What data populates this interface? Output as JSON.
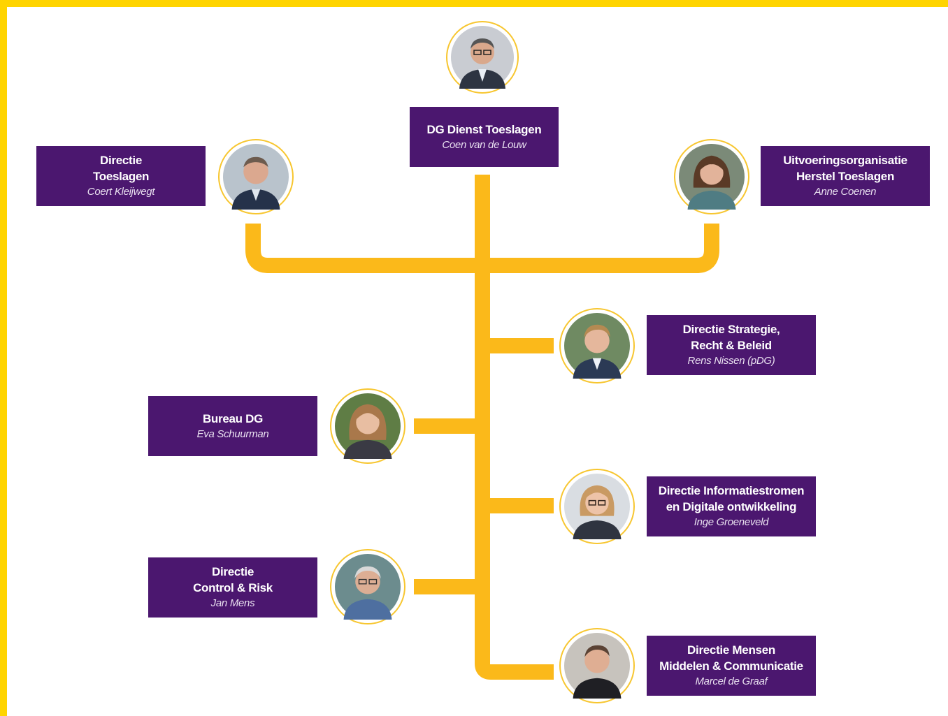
{
  "colors": {
    "frame": "#ffd400",
    "connector": "#fbb91a",
    "box": "#4b176f",
    "ring": "#f7c630"
  },
  "nodes": {
    "dg": {
      "title_lines": [
        "DG Dienst Toeslagen"
      ],
      "name": "Coen van de Louw"
    },
    "toeslagen": {
      "title_lines": [
        "Directie",
        "Toeslagen"
      ],
      "name": "Coert Kleijwegt"
    },
    "herstel": {
      "title_lines": [
        "Uitvoeringsorganisatie",
        "Herstel Toeslagen"
      ],
      "name": "Anne Coenen"
    },
    "strategie": {
      "title_lines": [
        "Directie Strategie,",
        "Recht & Beleid"
      ],
      "name": "Rens Nissen (pDG)"
    },
    "bureau": {
      "title_lines": [
        "Bureau DG"
      ],
      "name": "Eva Schuurman"
    },
    "informatie": {
      "title_lines": [
        "Directie Informatiestromen",
        "en Digitale ontwikkeling"
      ],
      "name": "Inge Groeneveld"
    },
    "control": {
      "title_lines": [
        "Directie",
        "Control & Risk"
      ],
      "name": "Jan Mens"
    },
    "mensen": {
      "title_lines": [
        "Directie Mensen",
        "Middelen & Communicatie"
      ],
      "name": "Marcel de Graaf"
    }
  }
}
